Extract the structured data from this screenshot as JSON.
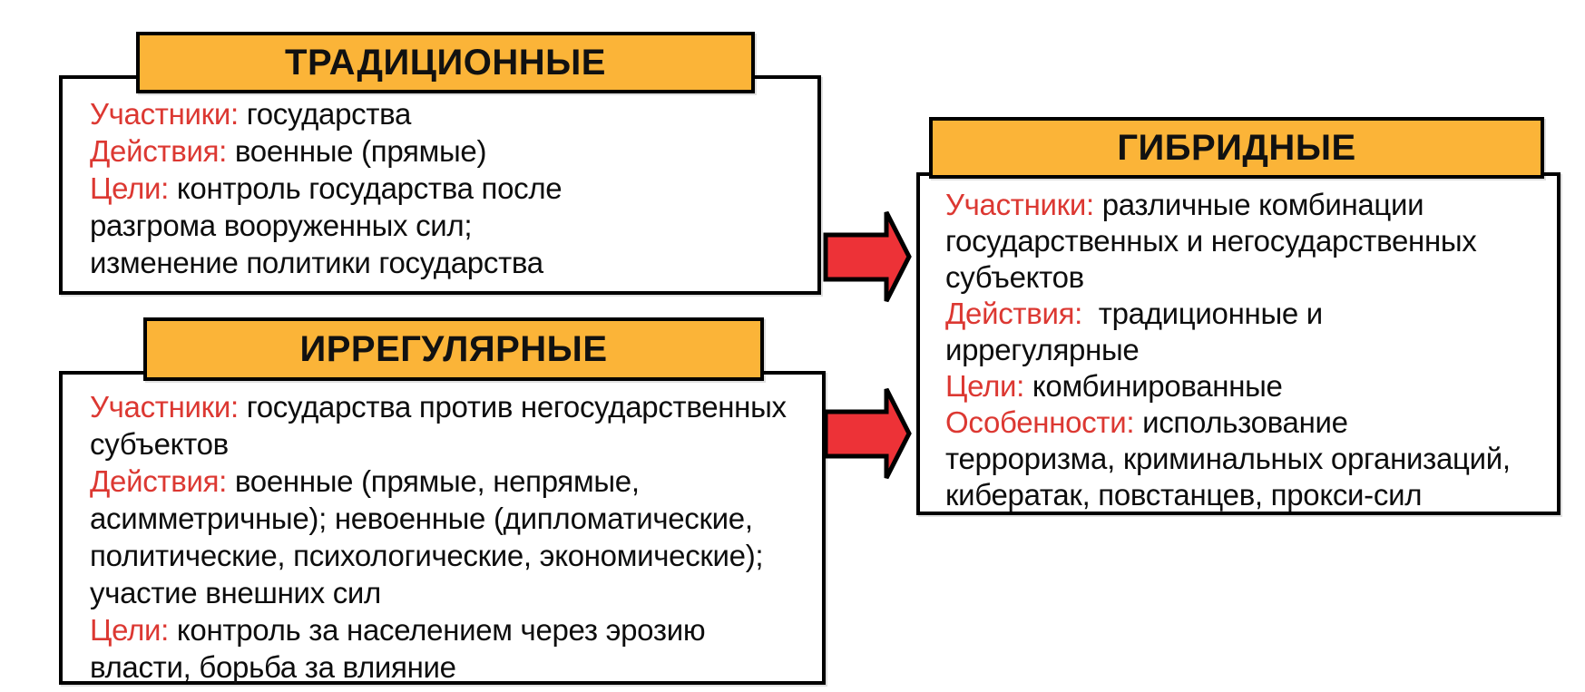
{
  "page": {
    "background": "#ffffff"
  },
  "colors": {
    "header_fill": "#FBB438",
    "border": "#000000",
    "label_red": "#DC3832",
    "text_black": "#0D0D0D",
    "arrow_red": "#ED3237",
    "page_bg": "#FFFFFF"
  },
  "boxes": [
    {
      "id": "traditional",
      "title": "ТРАДИЦИОННЫЕ",
      "lines": [
        [
          {
            "t": "Участники:",
            "c": "red"
          },
          {
            "t": " государства",
            "c": "black"
          }
        ],
        [
          {
            "t": "Действия:",
            "c": "red"
          },
          {
            "t": " военные (прямые)",
            "c": "black"
          }
        ],
        [
          {
            "t": "Цели:",
            "c": "red"
          },
          {
            "t": " контроль государства после",
            "c": "black"
          }
        ],
        [
          {
            "t": "разгрома вооруженных сил;",
            "c": "black"
          }
        ],
        [
          {
            "t": "изменение политики государства",
            "c": "black"
          }
        ]
      ]
    },
    {
      "id": "irregular",
      "title": "ИРРЕГУЛЯРНЫЕ",
      "lines": [
        [
          {
            "t": "Участники:",
            "c": "red"
          },
          {
            "t": " государства против негосударственных",
            "c": "black"
          }
        ],
        [
          {
            "t": "субъектов",
            "c": "black"
          }
        ],
        [
          {
            "t": "Действия:",
            "c": "red"
          },
          {
            "t": " военные (прямые, непрямые,",
            "c": "black"
          }
        ],
        [
          {
            "t": "асимметричные); невоенные (дипломатические,",
            "c": "black"
          }
        ],
        [
          {
            "t": "политические, психологические, экономические);",
            "c": "black"
          }
        ],
        [
          {
            "t": "участие внешних сил",
            "c": "black"
          }
        ],
        [
          {
            "t": "Цели:",
            "c": "red"
          },
          {
            "t": " контроль за населением через эрозию",
            "c": "black"
          }
        ],
        [
          {
            "t": "власти, борьба за влияние",
            "c": "black"
          }
        ]
      ]
    },
    {
      "id": "hybrid",
      "title": "ГИБРИДНЫЕ",
      "lines": [
        [
          {
            "t": "Участники:",
            "c": "red"
          },
          {
            "t": " различные комбинации",
            "c": "black"
          }
        ],
        [
          {
            "t": "государственных и негосударственных",
            "c": "black"
          }
        ],
        [
          {
            "t": "субъектов",
            "c": "black"
          }
        ],
        [
          {
            "t": "Действия:",
            "c": "red"
          },
          {
            "t": "  традиционные и",
            "c": "black"
          }
        ],
        [
          {
            "t": "иррегулярные",
            "c": "black"
          }
        ],
        [
          {
            "t": "Цели:",
            "c": "red"
          },
          {
            "t": " комбинированные",
            "c": "black"
          }
        ],
        [
          {
            "t": "Особенности:",
            "c": "red"
          },
          {
            "t": " использование",
            "c": "black"
          }
        ],
        [
          {
            "t": "терроризма, криминальных организаций,",
            "c": "black"
          }
        ],
        [
          {
            "t": "кибератак, повстанцев, прокси-сил",
            "c": "black"
          }
        ]
      ]
    }
  ],
  "arrows": [
    {
      "name": "arrow-traditional-to-hybrid",
      "direction": "right"
    },
    {
      "name": "arrow-irregular-to-hybrid",
      "direction": "right"
    }
  ]
}
